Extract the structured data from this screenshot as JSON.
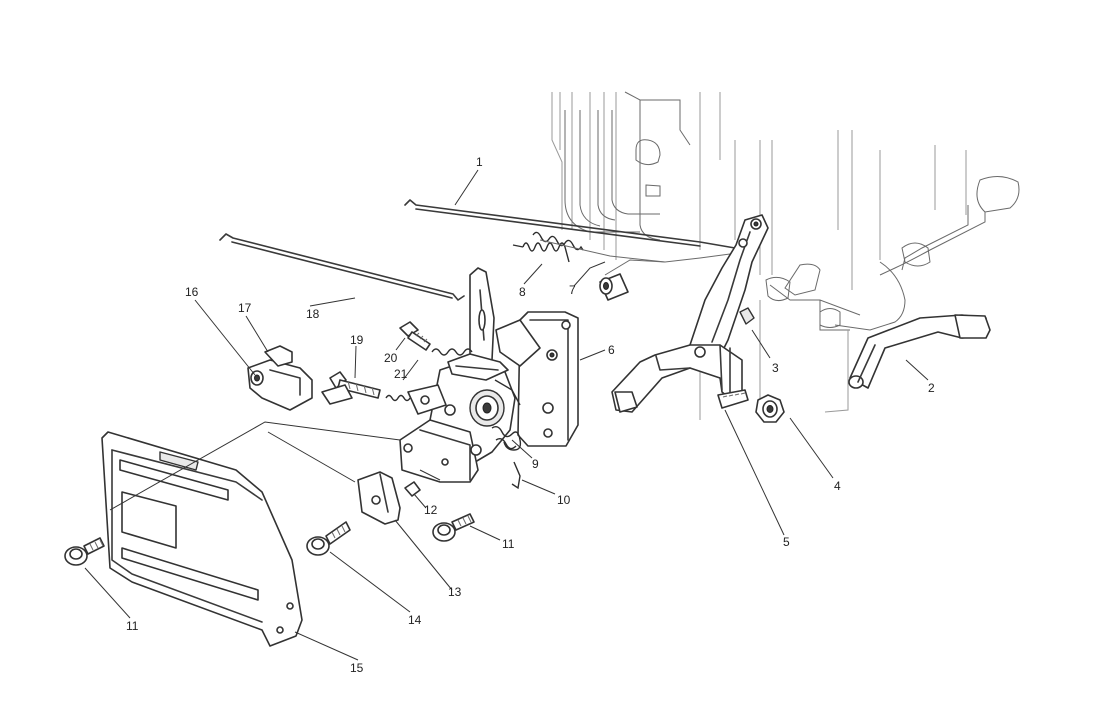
{
  "figure": {
    "background": "#ffffff",
    "line_color": "#333333"
  },
  "callouts": [
    {
      "id": "1",
      "label": "1",
      "part": "throttle-rod-upper"
    },
    {
      "id": "2",
      "label": "2",
      "part": "choke-lever-right"
    },
    {
      "id": "3",
      "label": "3",
      "part": "pivot-bracket"
    },
    {
      "id": "4",
      "label": "4",
      "part": "nut"
    },
    {
      "id": "5",
      "label": "5",
      "part": "speed-lever"
    },
    {
      "id": "6",
      "label": "6",
      "part": "control-bracket-plate"
    },
    {
      "id": "7",
      "label": "7",
      "part": "pivot-bushing"
    },
    {
      "id": "8",
      "label": "8",
      "part": "governor-spring"
    },
    {
      "id": "9",
      "label": "9",
      "part": "torsion-spring"
    },
    {
      "id": "10",
      "label": "10",
      "part": "wire-clip"
    },
    {
      "id": "11a",
      "label": "11",
      "part": "flange-bolt-left"
    },
    {
      "id": "11b",
      "label": "11",
      "part": "flange-bolt-center"
    },
    {
      "id": "12",
      "label": "12",
      "part": "small-pin"
    },
    {
      "id": "13",
      "label": "13",
      "part": "cable-clamp"
    },
    {
      "id": "14",
      "label": "14",
      "part": "shoulder-bolt"
    },
    {
      "id": "15",
      "label": "15",
      "part": "cover-plate"
    },
    {
      "id": "16",
      "label": "16",
      "part": "choke-link"
    },
    {
      "id": "17",
      "label": "17",
      "part": "link-tab"
    },
    {
      "id": "18",
      "label": "18",
      "part": "choke-rod"
    },
    {
      "id": "19",
      "label": "19",
      "part": "adjust-screw"
    },
    {
      "id": "20",
      "label": "20",
      "part": "screw"
    },
    {
      "id": "21",
      "label": "21",
      "part": "compression-spring"
    }
  ]
}
